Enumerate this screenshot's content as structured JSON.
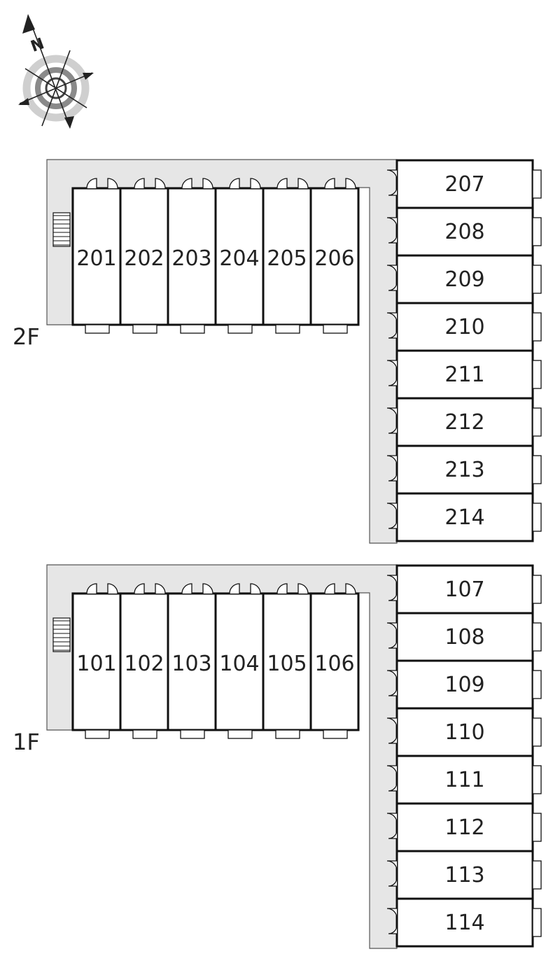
{
  "compass": {
    "north_label": "N",
    "icon": "compass-rose-icon"
  },
  "floors": [
    {
      "label": "2F",
      "row_units": [
        "201",
        "202",
        "203",
        "204",
        "205",
        "206"
      ],
      "column_units": [
        "207",
        "208",
        "209",
        "210",
        "211",
        "212",
        "213",
        "214"
      ]
    },
    {
      "label": "1F",
      "row_units": [
        "101",
        "102",
        "103",
        "104",
        "105",
        "106"
      ],
      "column_units": [
        "107",
        "108",
        "109",
        "110",
        "111",
        "112",
        "113",
        "114"
      ]
    }
  ],
  "colors": {
    "corridor": "#e6e6e6",
    "wall": "#111111",
    "corridor_edge": "#555555"
  }
}
